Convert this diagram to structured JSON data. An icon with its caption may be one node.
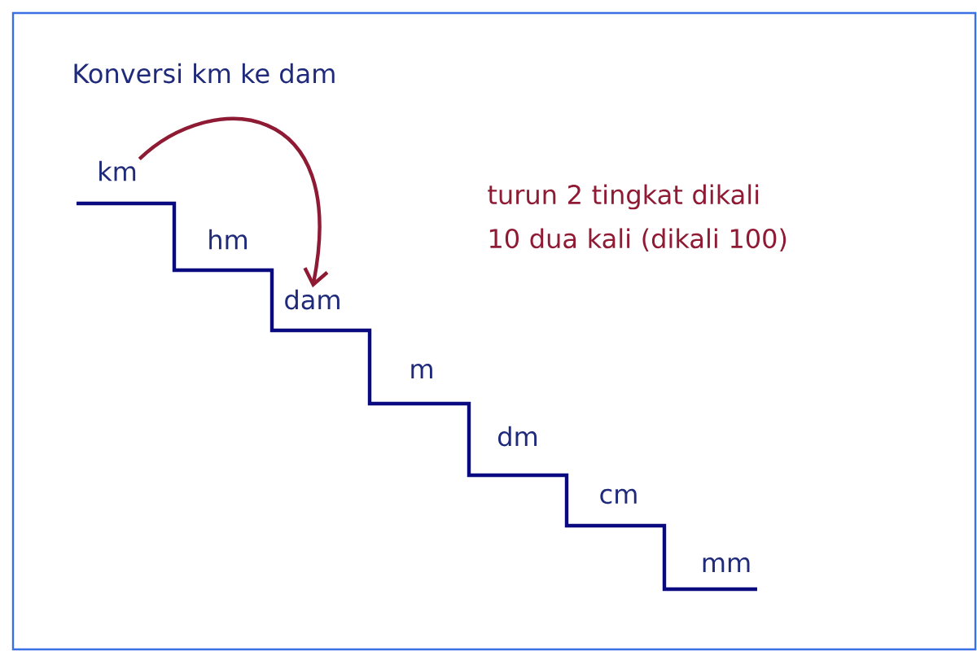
{
  "diagram": {
    "title": "Konversi km ke dam",
    "nodes": [
      {
        "text": [
          "km"
        ]
      },
      {
        "text": [
          "dam"
        ]
      }
    ],
    "edges": [
      {
        "from": 0,
        "to": 1,
        "arrow": "to"
      }
    ],
    "labels": [
      "hm",
      "m",
      "dm",
      "cm",
      "mm",
      "turun 2 tingkat dikali 10 dua kali (dikali 100)"
    ]
  }
}
